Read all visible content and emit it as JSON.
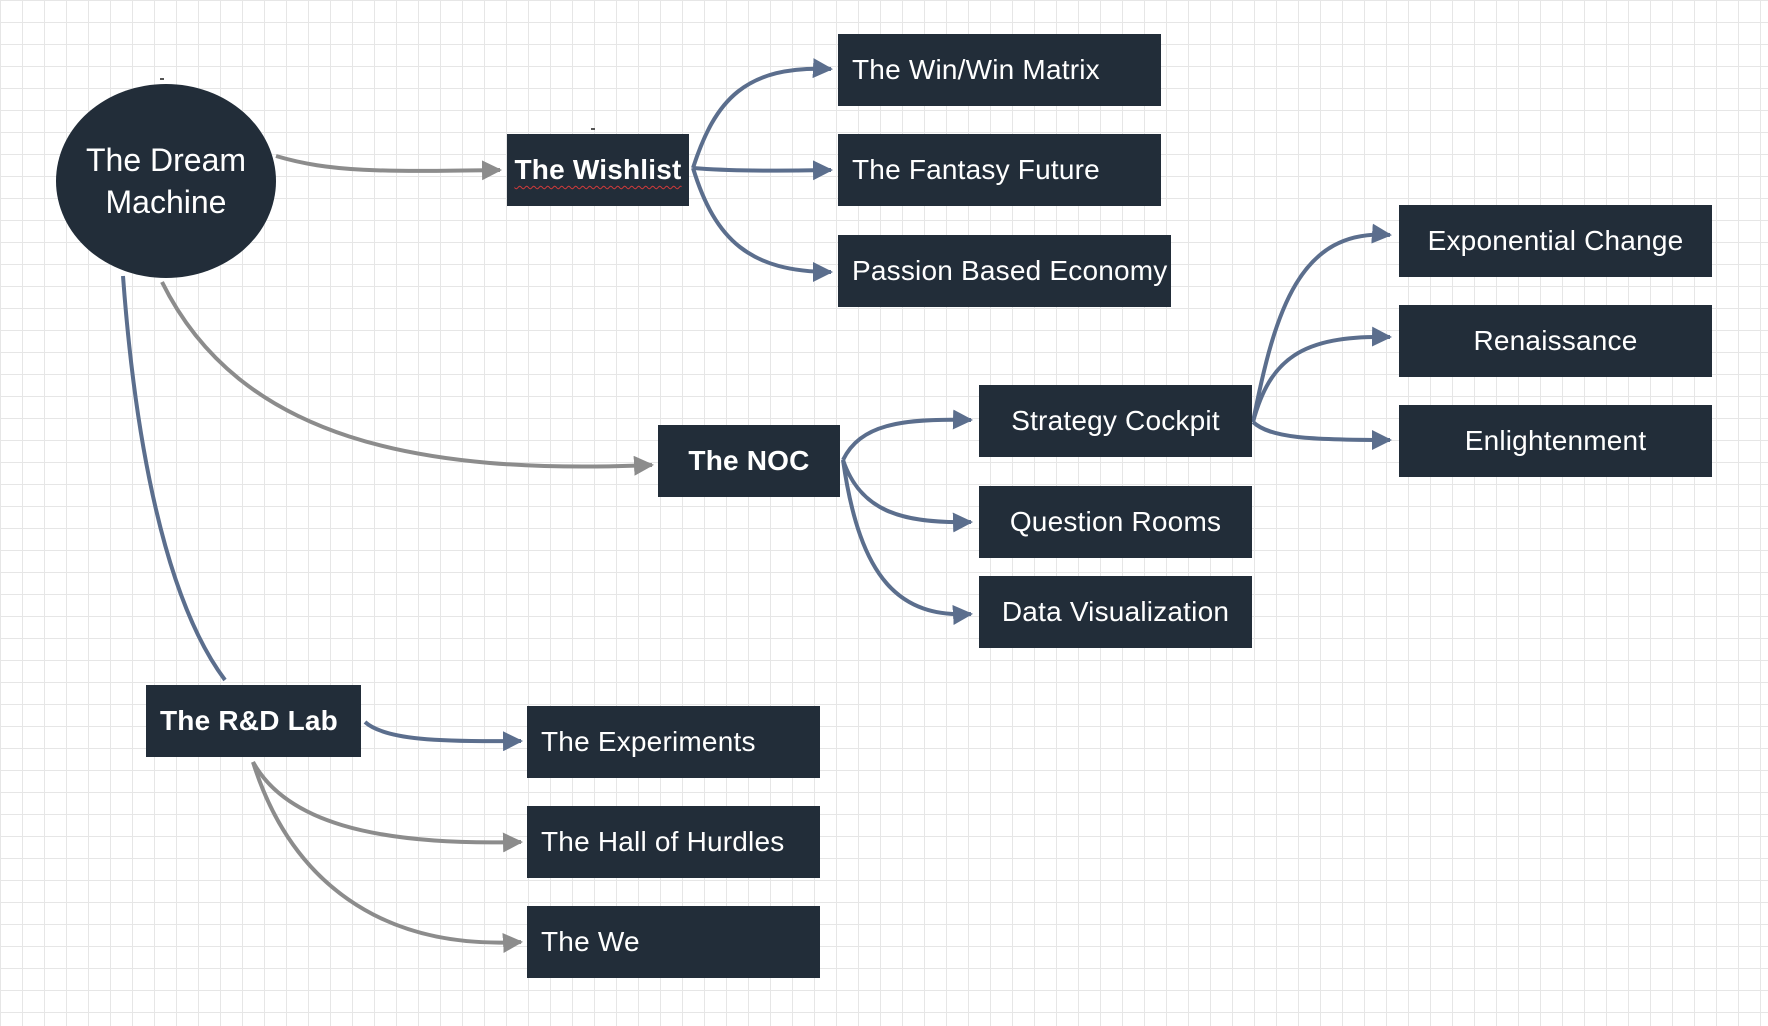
{
  "diagram": {
    "root": {
      "label": "The Dream Machine"
    },
    "branches": {
      "wishlist": {
        "label": "The Wishlist",
        "children": [
          "The Win/Win Matrix",
          "The Fantasy Future",
          "Passion Based Economy"
        ]
      },
      "noc": {
        "label": "The NOC",
        "children": [
          "Strategy Cockpit",
          "Question Rooms",
          "Data Visualization"
        ]
      },
      "strategy_cockpit": {
        "children": [
          "Exponential Change",
          "Renaissance",
          "Enlightenment"
        ]
      },
      "rnd": {
        "label": "The R&D Lab",
        "children": [
          "The Experiments",
          "The Hall of Hurdles",
          "The We"
        ]
      }
    }
  },
  "colors": {
    "node_fill": "#222d39",
    "node_text": "#ffffff",
    "connector_blue": "#5b6e8d",
    "connector_gray": "#8c8c8c",
    "grid_line": "#e6e6e6",
    "spellcheck_underline": "#d23a3a"
  }
}
